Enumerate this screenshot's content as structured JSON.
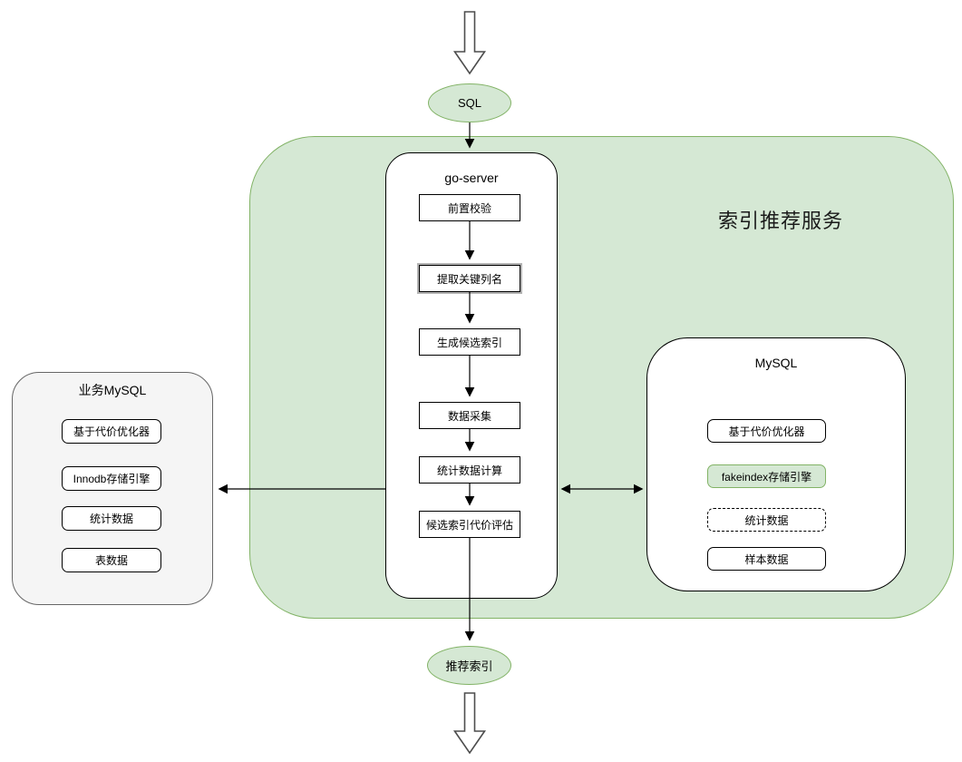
{
  "input": {
    "label": "SQL"
  },
  "output": {
    "label": "推荐索引"
  },
  "service": {
    "title": "索引推荐服务"
  },
  "go_server": {
    "title": "go-server",
    "steps": [
      "前置校验",
      "提取关键列名",
      "生成候选索引",
      "数据采集",
      "统计数据计算",
      "候选索引代价评估"
    ]
  },
  "mysql": {
    "title": "MySQL",
    "items": [
      "基于代价优化器",
      "fakeindex存储引擎",
      "统计数据",
      "样本数据"
    ]
  },
  "business_mysql": {
    "title": "业务MySQL",
    "items": [
      "基于代价优化器",
      "Innodb存储引擎",
      "统计数据",
      "表数据"
    ]
  },
  "colors": {
    "green_fill": "#d5e8d4",
    "green_border": "#82b366",
    "gray_fill": "#f5f5f5",
    "gray_border": "#666666",
    "line": "#000000",
    "hollow_arrow_stroke": "#4d4d4d"
  }
}
